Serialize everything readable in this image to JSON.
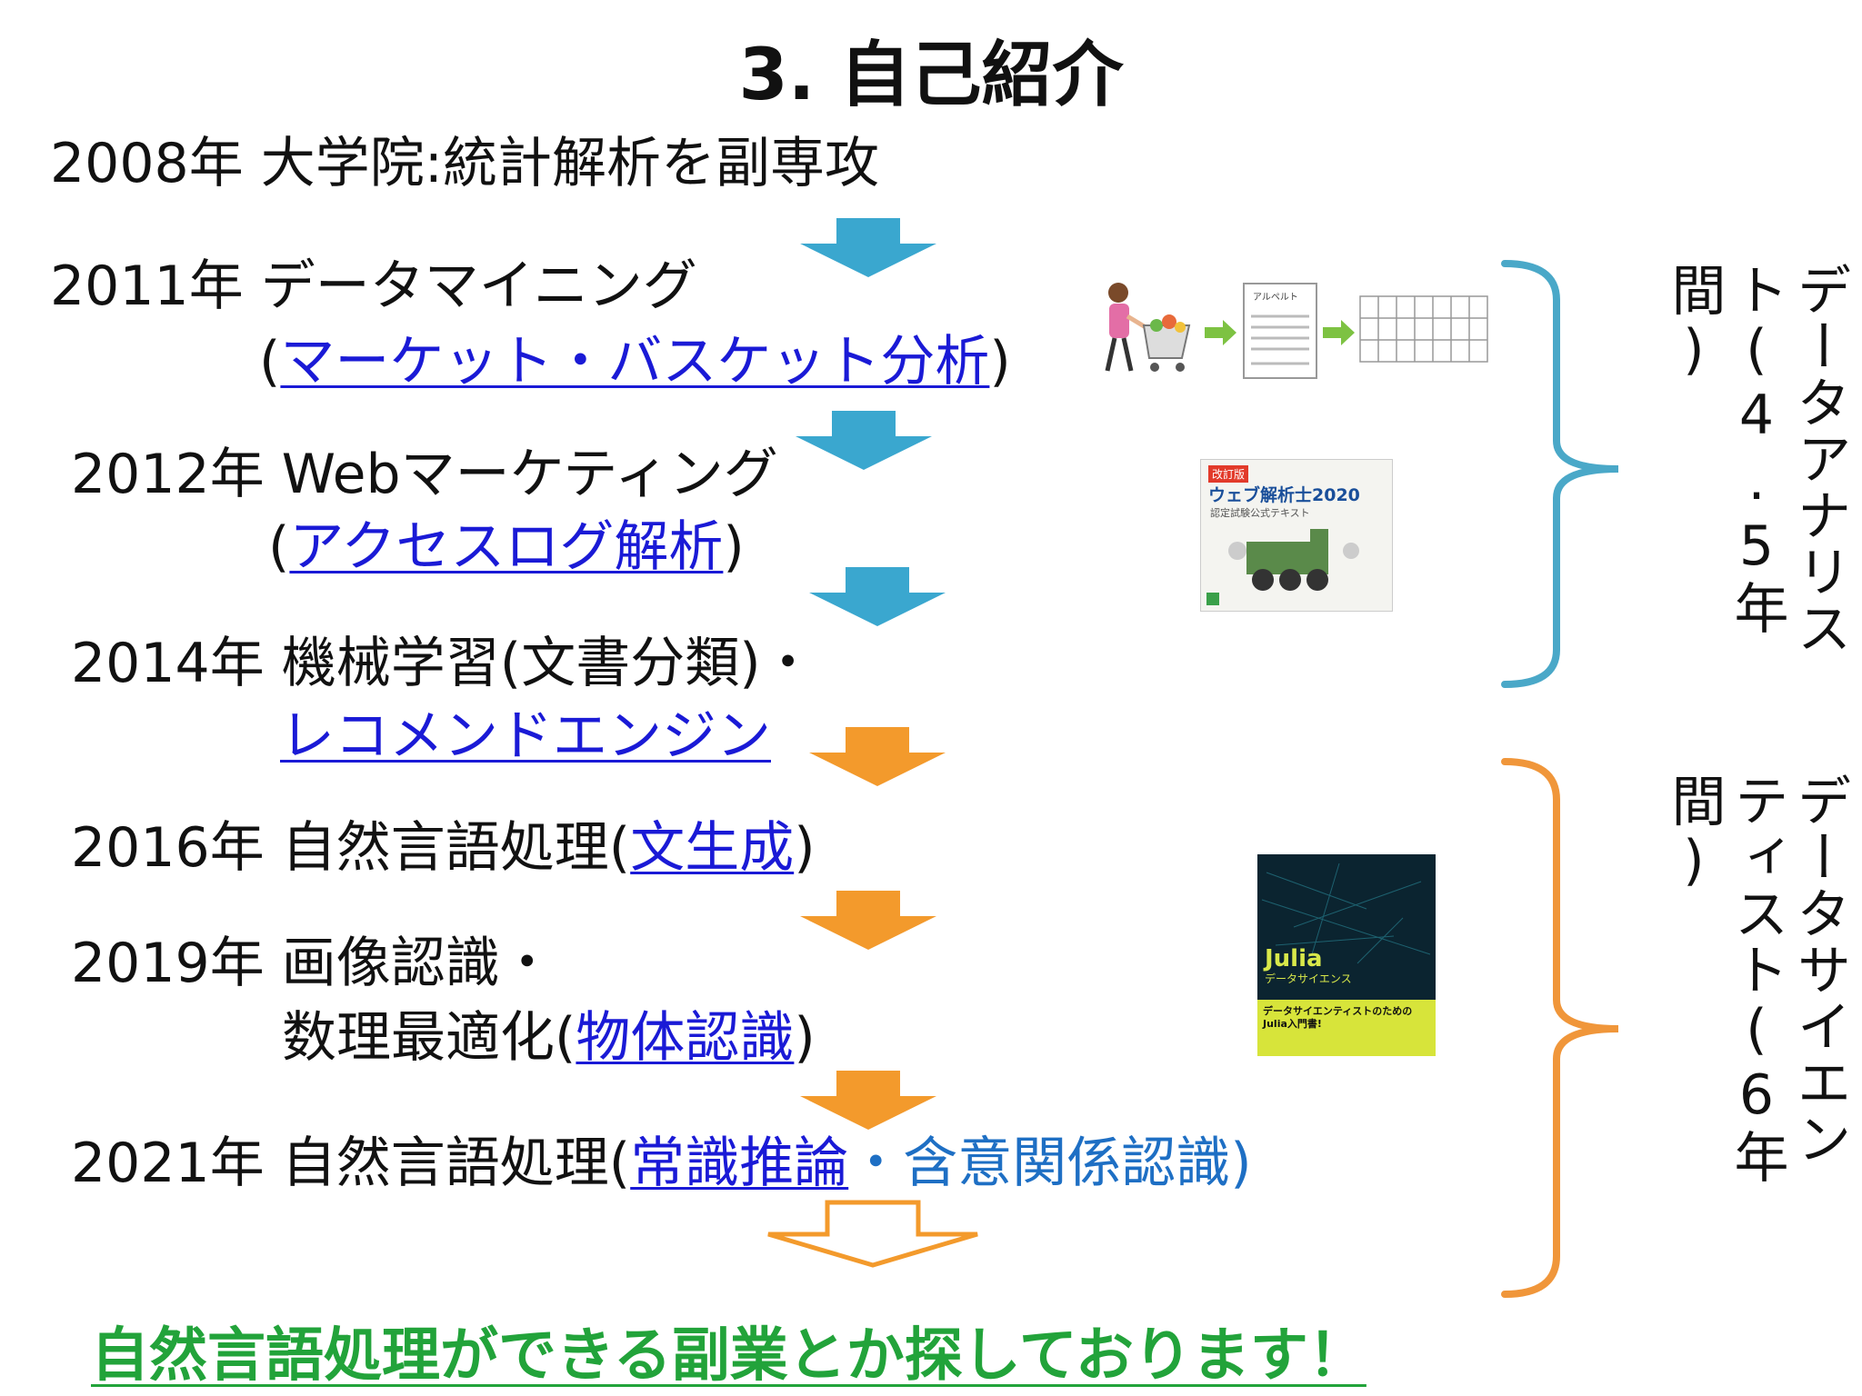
{
  "title": "3.  自己紹介",
  "timeline": [
    {
      "year": "2008年",
      "main": "大学院:統計解析を副専攻"
    },
    {
      "year": "2011年",
      "main": "データマイニング",
      "sub_open": "(",
      "sub_link": "マーケット・バスケット分析",
      "sub_close": ")"
    },
    {
      "year": "2012年",
      "main": "Webマーケティング",
      "sub_open": "(",
      "sub_link": "アクセスログ解析",
      "sub_close": ")"
    },
    {
      "year": "2014年",
      "main": "機械学習(文書分類)・",
      "sub_link": "レコメンドエンジン"
    },
    {
      "year": "2016年",
      "main": "自然言語処理(",
      "link": "文生成",
      "close": ")"
    },
    {
      "year": "2019年",
      "main": "画像認識・",
      "sub_plain": "数理最適化(",
      "sub_link": "物体認識",
      "sub_close": ")"
    },
    {
      "year": "2021年",
      "main": "自然言語処理(",
      "link1": "常識推論",
      "sep": "・",
      "link2": "含意関係認識",
      "close": ")"
    }
  ],
  "brackets": {
    "analyst": "データアナリスト(4.5年間)",
    "scientist": "データサイエンティスト(6年間)"
  },
  "images": {
    "receipt_title": "アルペルト",
    "book1_edition": "改訂版",
    "book1_title": "ウェブ解析士2020",
    "book1_subtitle": "認定試験公式テキスト",
    "book2_title": "Julia",
    "book2_subtitle": "データサイエンス",
    "book2_band": "データサイエンティストのための Julia入門書!"
  },
  "cta": "自然言語処理ができる副業とか探しております！",
  "colors": {
    "blue_arrow": "#3aa7cf",
    "orange_arrow": "#f39a2c",
    "blue_bracket": "#4aa8c8",
    "orange_bracket": "#f0963a",
    "cta": "#22a33a",
    "link": "#1a1ad6"
  }
}
